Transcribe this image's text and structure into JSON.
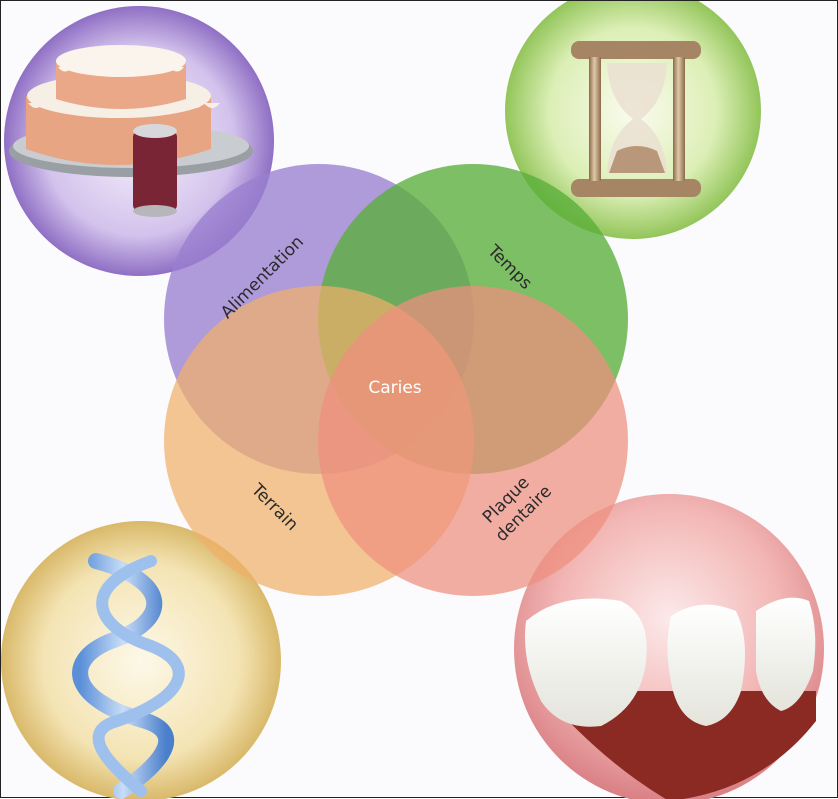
{
  "venn": {
    "center_label": "Caries",
    "sets": [
      {
        "key": "alimentation",
        "label": "Alimentation",
        "color": "#9a7fcf"
      },
      {
        "key": "temps",
        "label": "Temps",
        "color": "#5aae3a"
      },
      {
        "key": "terrain",
        "label": "Terrain",
        "color": "#f0b06a"
      },
      {
        "key": "plaque",
        "label_line1": "Plaque",
        "label_line2": "dentaire",
        "color": "#ee8f7e"
      }
    ]
  },
  "corner_images": [
    {
      "key": "cake",
      "icon": "cake-icon",
      "bg": "#a98fd6"
    },
    {
      "key": "hourglass",
      "icon": "hourglass-icon",
      "bg": "#b8dc84"
    },
    {
      "key": "dna",
      "icon": "dna-icon",
      "bg": "#f1dca3"
    },
    {
      "key": "teeth",
      "icon": "teeth-icon",
      "bg": "#e89a9a"
    }
  ]
}
